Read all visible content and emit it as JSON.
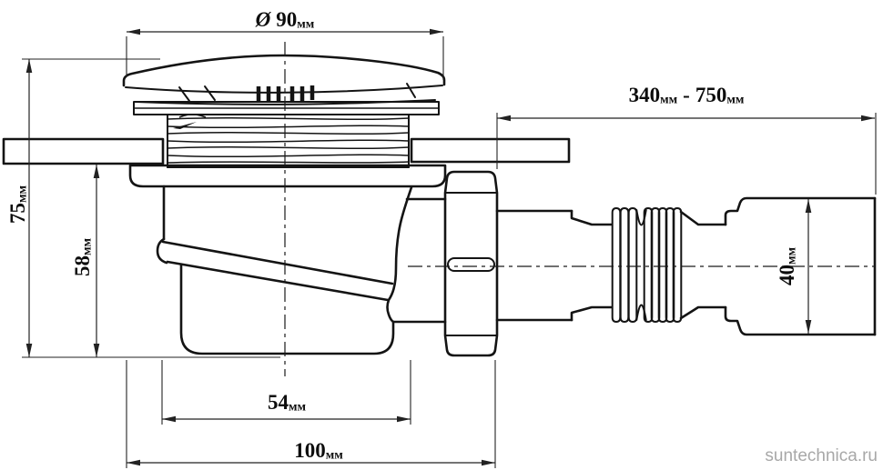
{
  "watermark": "suntechnica.ru",
  "drawing": {
    "dimensions": {
      "cap_diameter": {
        "symbol": "Ø",
        "value": "90",
        "unit": "мм"
      },
      "hose_length": {
        "min": "340",
        "min_unit": "мм",
        "separator": "-",
        "max": "750",
        "max_unit": "мм"
      },
      "total_height": {
        "value": "75",
        "unit": "мм"
      },
      "trap_height": {
        "value": "58",
        "unit": "мм"
      },
      "outlet_diameter": {
        "value": "40",
        "unit": "мм"
      },
      "cup_width": {
        "value": "54",
        "unit": "мм"
      },
      "body_width": {
        "value": "100",
        "unit": "мм"
      }
    }
  }
}
